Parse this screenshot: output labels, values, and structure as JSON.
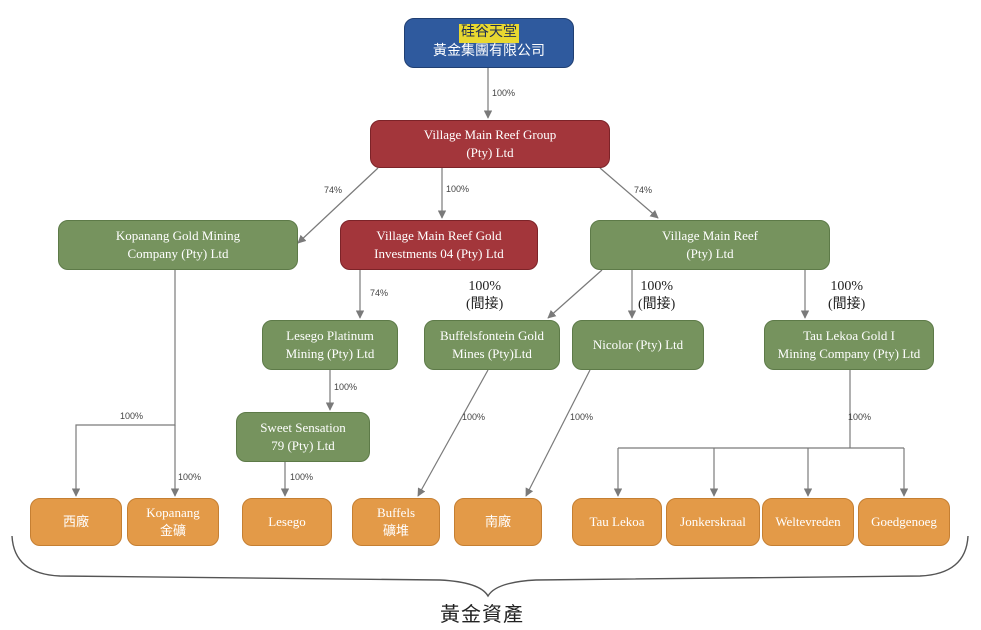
{
  "nodes": {
    "root": {
      "line1": "硅谷天堂",
      "line2": "黃金集團有限公司"
    },
    "vmrg": {
      "line1": "Village Main Reef Group",
      "line2": "(Pty) Ltd"
    },
    "kopanang_co": {
      "line1": "Kopanang Gold Mining",
      "line2": "Company (Pty) Ltd"
    },
    "vmrg_inv": {
      "line1": "Village Main Reef Gold",
      "line2": "Investments 04 (Pty) Ltd"
    },
    "vmr": {
      "line1": "Village Main Reef",
      "line2": "(Pty) Ltd"
    },
    "lesego_plat": {
      "line1": "Lesego Platinum",
      "line2": "Mining (Pty) Ltd"
    },
    "buffels_mines": {
      "line1": "Buffelsfontein Gold",
      "line2": "Mines (Pty)Ltd"
    },
    "nicolor": {
      "line1": "Nicolor (Pty) Ltd"
    },
    "tau_lekoa_co": {
      "line1": "Tau Lekoa Gold I",
      "line2": "Mining Company (Pty) Ltd"
    },
    "sweet": {
      "line1": "Sweet Sensation",
      "line2": "79 (Pty) Ltd"
    },
    "xichang": {
      "line1": "西廠"
    },
    "kopanang_mine": {
      "line1": "Kopanang",
      "line2": "金礦"
    },
    "lesego": {
      "line1": "Lesego"
    },
    "buffels_heap": {
      "line1": "Buffels",
      "line2": "礦堆"
    },
    "nanchang": {
      "line1": "南廠"
    },
    "tau_lekoa": {
      "line1": "Tau Lekoa"
    },
    "jonkerskraal": {
      "line1": "Jonkerskraal"
    },
    "weltevreden": {
      "line1": "Weltevreden"
    },
    "goedgenoeg": {
      "line1": "Goedgenoeg"
    }
  },
  "edge_labels": {
    "root_vmrg": "100%",
    "vmrg_kopanang": "74%",
    "vmrg_inv": "100%",
    "vmrg_vmr": "74%",
    "inv_lesego": "74%",
    "lesego_sweet": "100%",
    "sweet_lesego": "100%",
    "kopanang_xichang": "100%",
    "kopanang_mine": "100%",
    "buffels_heap": "100%",
    "nicolor_nanchang": "100%",
    "tau_assets": "100%"
  },
  "indirect_labels": {
    "buffels": {
      "pct": "100%",
      "note": "(間接)"
    },
    "nicolor": {
      "pct": "100%",
      "note": "(間接)"
    },
    "tau": {
      "pct": "100%",
      "note": "(間接)"
    }
  },
  "assets_label": "黃金資產",
  "colors": {
    "root": "#2f5a9e",
    "holding": "#a3363b",
    "subsidiary": "#76935e",
    "asset": "#e39a48",
    "connector": "#7a7a7a"
  }
}
